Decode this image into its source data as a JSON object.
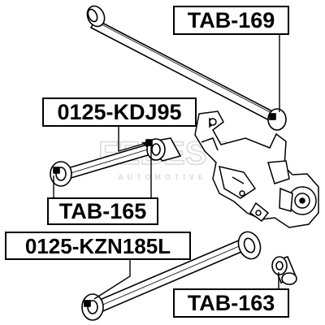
{
  "parts": {
    "tab_169": "TAB-169",
    "kdj95": "0125-KDJ95",
    "tab_165": "TAB-165",
    "kzn185l": "0125-KZN185L",
    "tab_163": "TAB-163"
  },
  "watermark": {
    "brand": "FEBEST",
    "sub": "AUTOMOTIVE"
  },
  "colors": {
    "line": "#000000",
    "background": "#ffffff",
    "watermark": "#d6d6d6"
  }
}
